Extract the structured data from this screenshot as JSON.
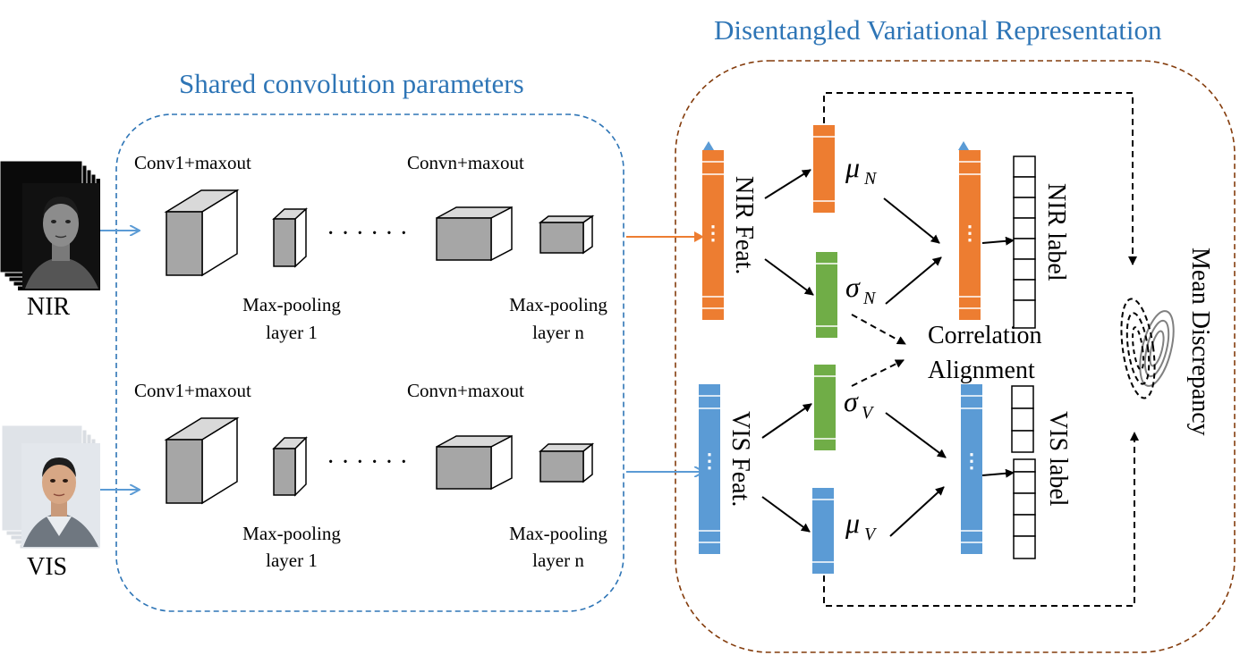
{
  "colors": {
    "accent_blue": "#2e75b6",
    "nir_orange": "#ed7d31",
    "vis_blue": "#5b9bd5",
    "sigma_green": "#70ad47",
    "region_brown": "#843c0c",
    "cube_gray": "#a6a6a6"
  },
  "icons": {
    "nir_image": "grayscale-face-photo-stack",
    "vis_image": "color-face-photo-stack"
  },
  "titles": {
    "shared": "Shared convolution parameters",
    "disentangled": "Disentangled Variational Representation"
  },
  "inputs": {
    "nir": "NIR",
    "vis": "VIS"
  },
  "conv": {
    "conv1": "Conv1+maxout",
    "convn": "Convn+maxout",
    "ellipsis": "· · · · · ·",
    "pool1_l1": "Max-pooling",
    "pool1_l2": "layer 1",
    "pooln_l1": "Max-pooling",
    "pooln_l2": "layer n"
  },
  "features": {
    "nir": "NIR Feat.",
    "vis": "VIS Feat.",
    "dots": "⋮"
  },
  "latent": {
    "mu": "μ",
    "sigma": "σ",
    "sub_n": "N",
    "sub_v": "V"
  },
  "labels": {
    "nir": "NIR label",
    "vis": "VIS label"
  },
  "losses": {
    "correlation_l1": "Correlation",
    "correlation_l2": "Alignment",
    "mean_discrepancy": "Mean Discrepancy"
  }
}
